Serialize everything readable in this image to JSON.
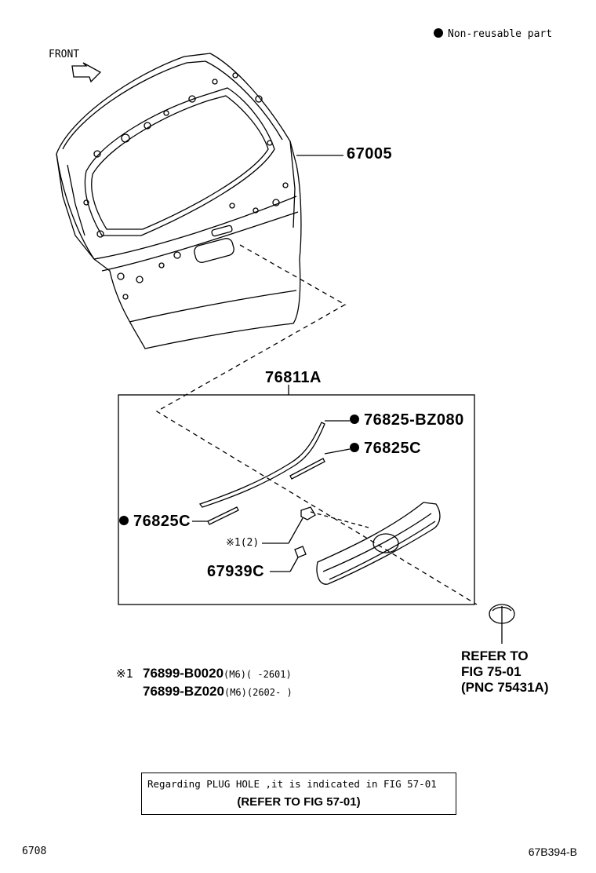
{
  "legend": {
    "label": "Non-reusable part"
  },
  "front_label": "FRONT",
  "parts": {
    "p67005": "67005",
    "p76811A": "76811A",
    "p76825_BZ080": "76825-BZ080",
    "p76825C_right": "76825C",
    "p76825C_left": "76825C",
    "note_ref_qty": "※1(2)",
    "p67939C": "67939C"
  },
  "refer": {
    "line1": "REFER TO",
    "line2": "FIG 75-01",
    "line3": "(PNC 75431A)"
  },
  "footnote": {
    "mark": "※1",
    "row1_part": "76899-B0020",
    "row1_spec": "(M6)(    -2601)",
    "row2_part": "76899-BZ020",
    "row2_spec": "(M6)(2602-    )"
  },
  "note_box": {
    "line1": "Regarding PLUG HOLE ,it is indicated in FIG 57-01",
    "line2": "(REFER TO FIG 57-01)"
  },
  "footer": {
    "left_code": "6708",
    "right_code": "67B394-B"
  },
  "colors": {
    "line": "#000000",
    "background": "#ffffff"
  }
}
